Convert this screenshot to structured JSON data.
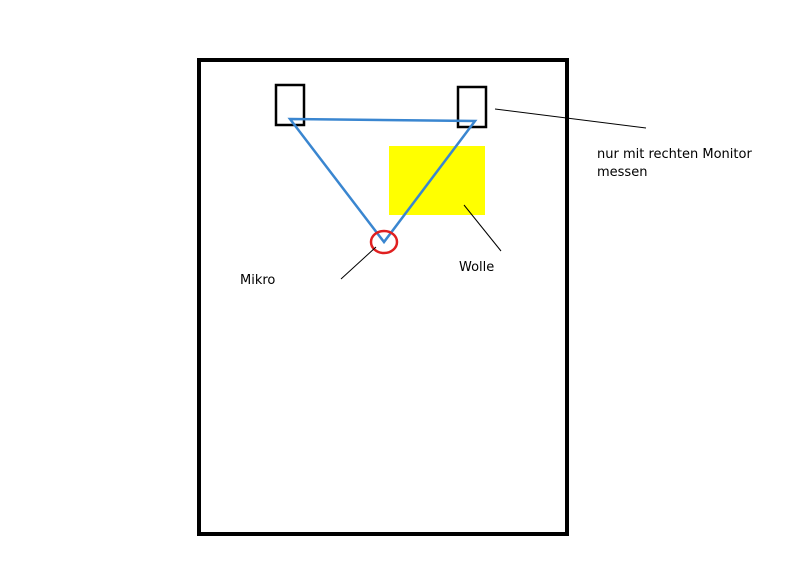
{
  "labels": {
    "mikro": "Mikro",
    "wolle": "Wolle",
    "note_line1": "nur mit rechten Monitor",
    "note_line2": "messen"
  },
  "colors": {
    "background": "#ffffff",
    "room_outline": "#000000",
    "monitor_outline": "#000000",
    "triangle": "#3a86d0",
    "microphone": "#e02020",
    "wool": "#ffff00",
    "pointer": "#000000"
  }
}
